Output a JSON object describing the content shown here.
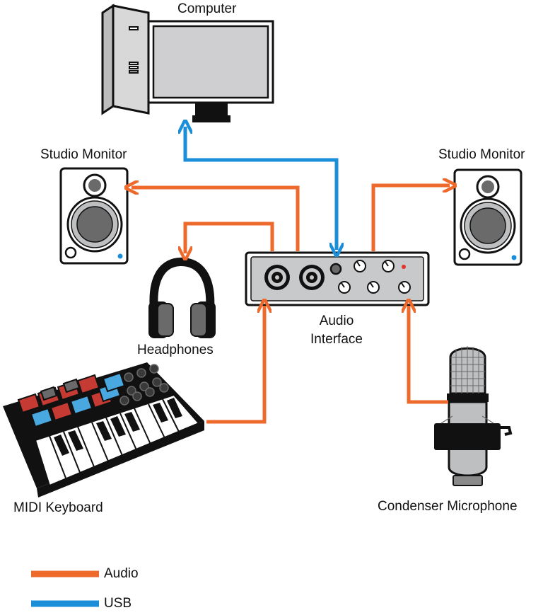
{
  "labels": {
    "computer": "Computer",
    "studio_monitor_left": "Studio Monitor",
    "studio_monitor_right": "Studio Monitor",
    "headphones": "Headphones",
    "audio_interface_line1": "Audio",
    "audio_interface_line2": "Interface",
    "midi_keyboard": "MIDI Keyboard",
    "condenser_microphone": "Condenser Microphone"
  },
  "legend": [
    {
      "label": "Audio",
      "color": "#EE6A2C"
    },
    {
      "label": "USB",
      "color": "#1B8ED9"
    }
  ],
  "colors": {
    "audio": "#EE6A2C",
    "usb": "#1B8ED9",
    "device_gray": "#C8C9CB",
    "dark": "#111111",
    "pad_red": "#C53A32",
    "pad_blue": "#49A8DF"
  }
}
